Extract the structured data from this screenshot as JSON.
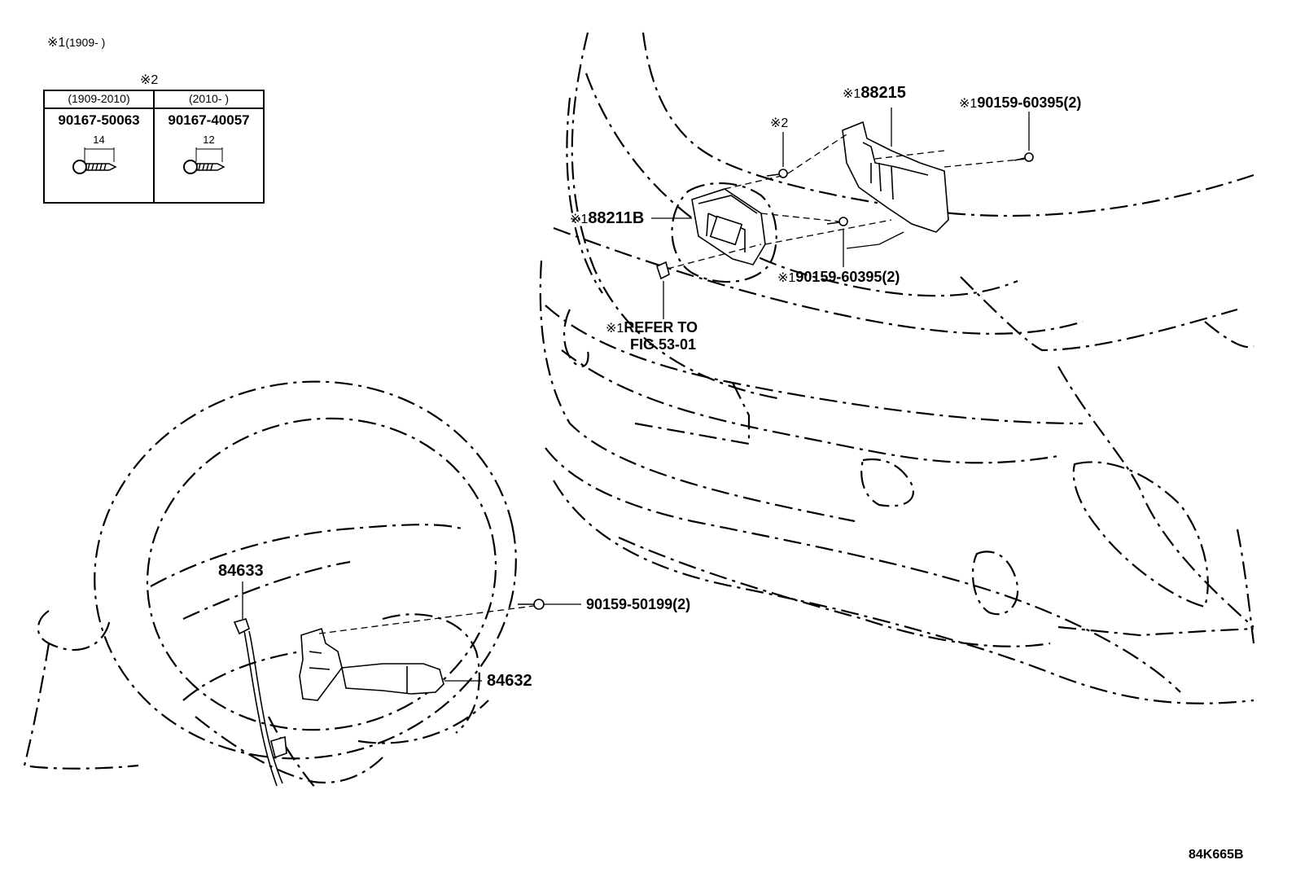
{
  "notes": {
    "note1_marker": "※1",
    "note1_range": "(1909-      )",
    "note2_marker": "※2"
  },
  "screw_table": {
    "columns": [
      {
        "period": "(1909-2010)",
        "part_number": "90167-50063",
        "length": "14"
      },
      {
        "period": "(2010-      )",
        "part_number": "90167-40057",
        "length": "12"
      }
    ]
  },
  "callouts": {
    "bracket": {
      "marker": "※1",
      "number": "88215"
    },
    "clip_top": {
      "marker": "※1",
      "number": "90159-60395(2)"
    },
    "screw_mark": {
      "marker": "※2"
    },
    "sensor": {
      "marker": "※1",
      "number": "88211B"
    },
    "clip_mid": {
      "marker": "※1",
      "number": "90159-60395(2)"
    },
    "refer": {
      "marker": "※1",
      "line1": "REFER TO",
      "line2": "FIG 53-01"
    },
    "harness": {
      "number": "84633"
    },
    "screw_wheel": {
      "number": "90159-50199(2)"
    },
    "switch": {
      "number": "84632"
    }
  },
  "figure_code": "84K665B"
}
